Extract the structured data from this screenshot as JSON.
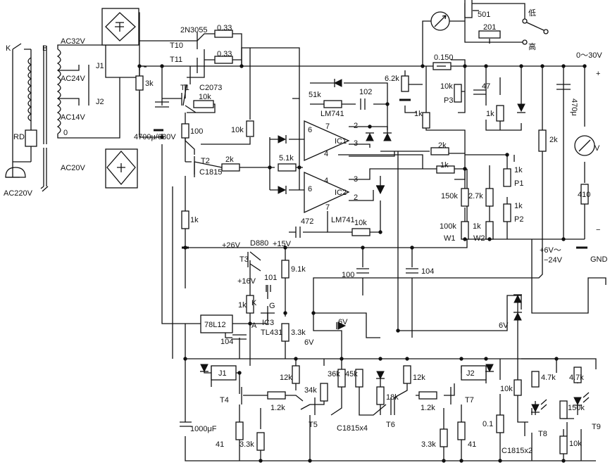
{
  "labels": {
    "k": "K",
    "b": "B",
    "rd": "RD",
    "ac220": "AC220V",
    "ac32": "AC32V",
    "ac24": "AC24V",
    "ac14": "AC14V",
    "zero": "0",
    "j1": "J1",
    "j2": "J2",
    "ac20": "AC20V",
    "r3k": "3k",
    "cap4700": "4700μ/630V",
    "t2n3055": "2N3055",
    "t10": "T10",
    "t11": "T11",
    "t1": "T1",
    "c2073": "C2073",
    "r033a": "0.33",
    "r033b": "0.33",
    "r10k_t1": "10k",
    "r100": "100",
    "r10k_left": "10k",
    "t2": "T2",
    "c1815": "C1815",
    "r2k_t2": "2k",
    "r1k_left": "1k",
    "r51k": "51k",
    "c102": "102",
    "r62k": "6.2k",
    "lm741a": "LM741",
    "ic1": "IC1",
    "ic2": "IC2",
    "lm741b": "LM741",
    "r51_k": "5.1k",
    "r2k_mid": "2k",
    "r1k_mid": "1k",
    "pin7a": "7",
    "pin6a": "6",
    "pin4a": "4",
    "pin2a": "2",
    "pin3a": "3",
    "pin4b": "4",
    "pin3b": "3",
    "pin6b": "6",
    "pin2b": "2",
    "pin7b": "7",
    "c472": "472",
    "r10k_ic2": "10k",
    "r0150": "0.150",
    "r1k_a": "1k",
    "r10k_p3": "10k",
    "p3": "P3",
    "c47": "47",
    "r1k_b": "1k",
    "r501": "501",
    "r201": "201",
    "low": "低",
    "high": "高",
    "vout": "0～30V",
    "plus": "+",
    "minus": "−",
    "cap470": "470μ",
    "r2k_right": "2k",
    "vmeter": "V",
    "r410": "410",
    "r150k": "150k",
    "r27k": "2.7k",
    "r100k": "100k",
    "r1k_w2": "1k",
    "w1": "W1",
    "w2": "W2",
    "r1k_p1": "1k",
    "p1": "P1",
    "r1k_p2": "1k",
    "p2": "P2",
    "v6_24": "+6V～",
    "v6_24b": "−24V",
    "gnd": "GND",
    "t3": "T3",
    "d880": "D880",
    "v26": "+26V",
    "v15": "+15V",
    "v16": "+16V",
    "r91k": "9.1k",
    "c101": "101",
    "r1k_ic3": "1k",
    "kk": "K",
    "gg": "G",
    "aa": "A",
    "ic3": "IC3",
    "tl431": "TL431",
    "r33k_ic3": "3.3k",
    "v6a": "6V",
    "c100": "100",
    "c104a": "104",
    "reg78l12": "78L12",
    "c104b": "104",
    "v6b": "6V",
    "v6c": "6V",
    "jj1": "J1",
    "jj2": "J2",
    "t4": "T4",
    "t5": "T5",
    "t6": "T6",
    "t7": "T7",
    "r12k_a": "12k",
    "r12k_b": "12k",
    "r1_2k_a": "1.2k",
    "r1_2k_b": "1.2k",
    "r34k": "34k",
    "r36k": "36k",
    "r45k": "45k",
    "r18k": "18k",
    "c1815x4": "C1815x4",
    "c1000": "1000μF",
    "r41a": "41",
    "r33k_a": "3.3k",
    "r33k_b": "3.3k",
    "r41b": "41",
    "r10k_t8": "10k",
    "r01": "0.1",
    "c1815x2": "C1815x2",
    "r47k_a": "4.7k",
    "r47k_b": "4.7k",
    "r150k_t9": "150k",
    "r10k_t9": "10k",
    "t8": "T8",
    "t9": "T9"
  }
}
